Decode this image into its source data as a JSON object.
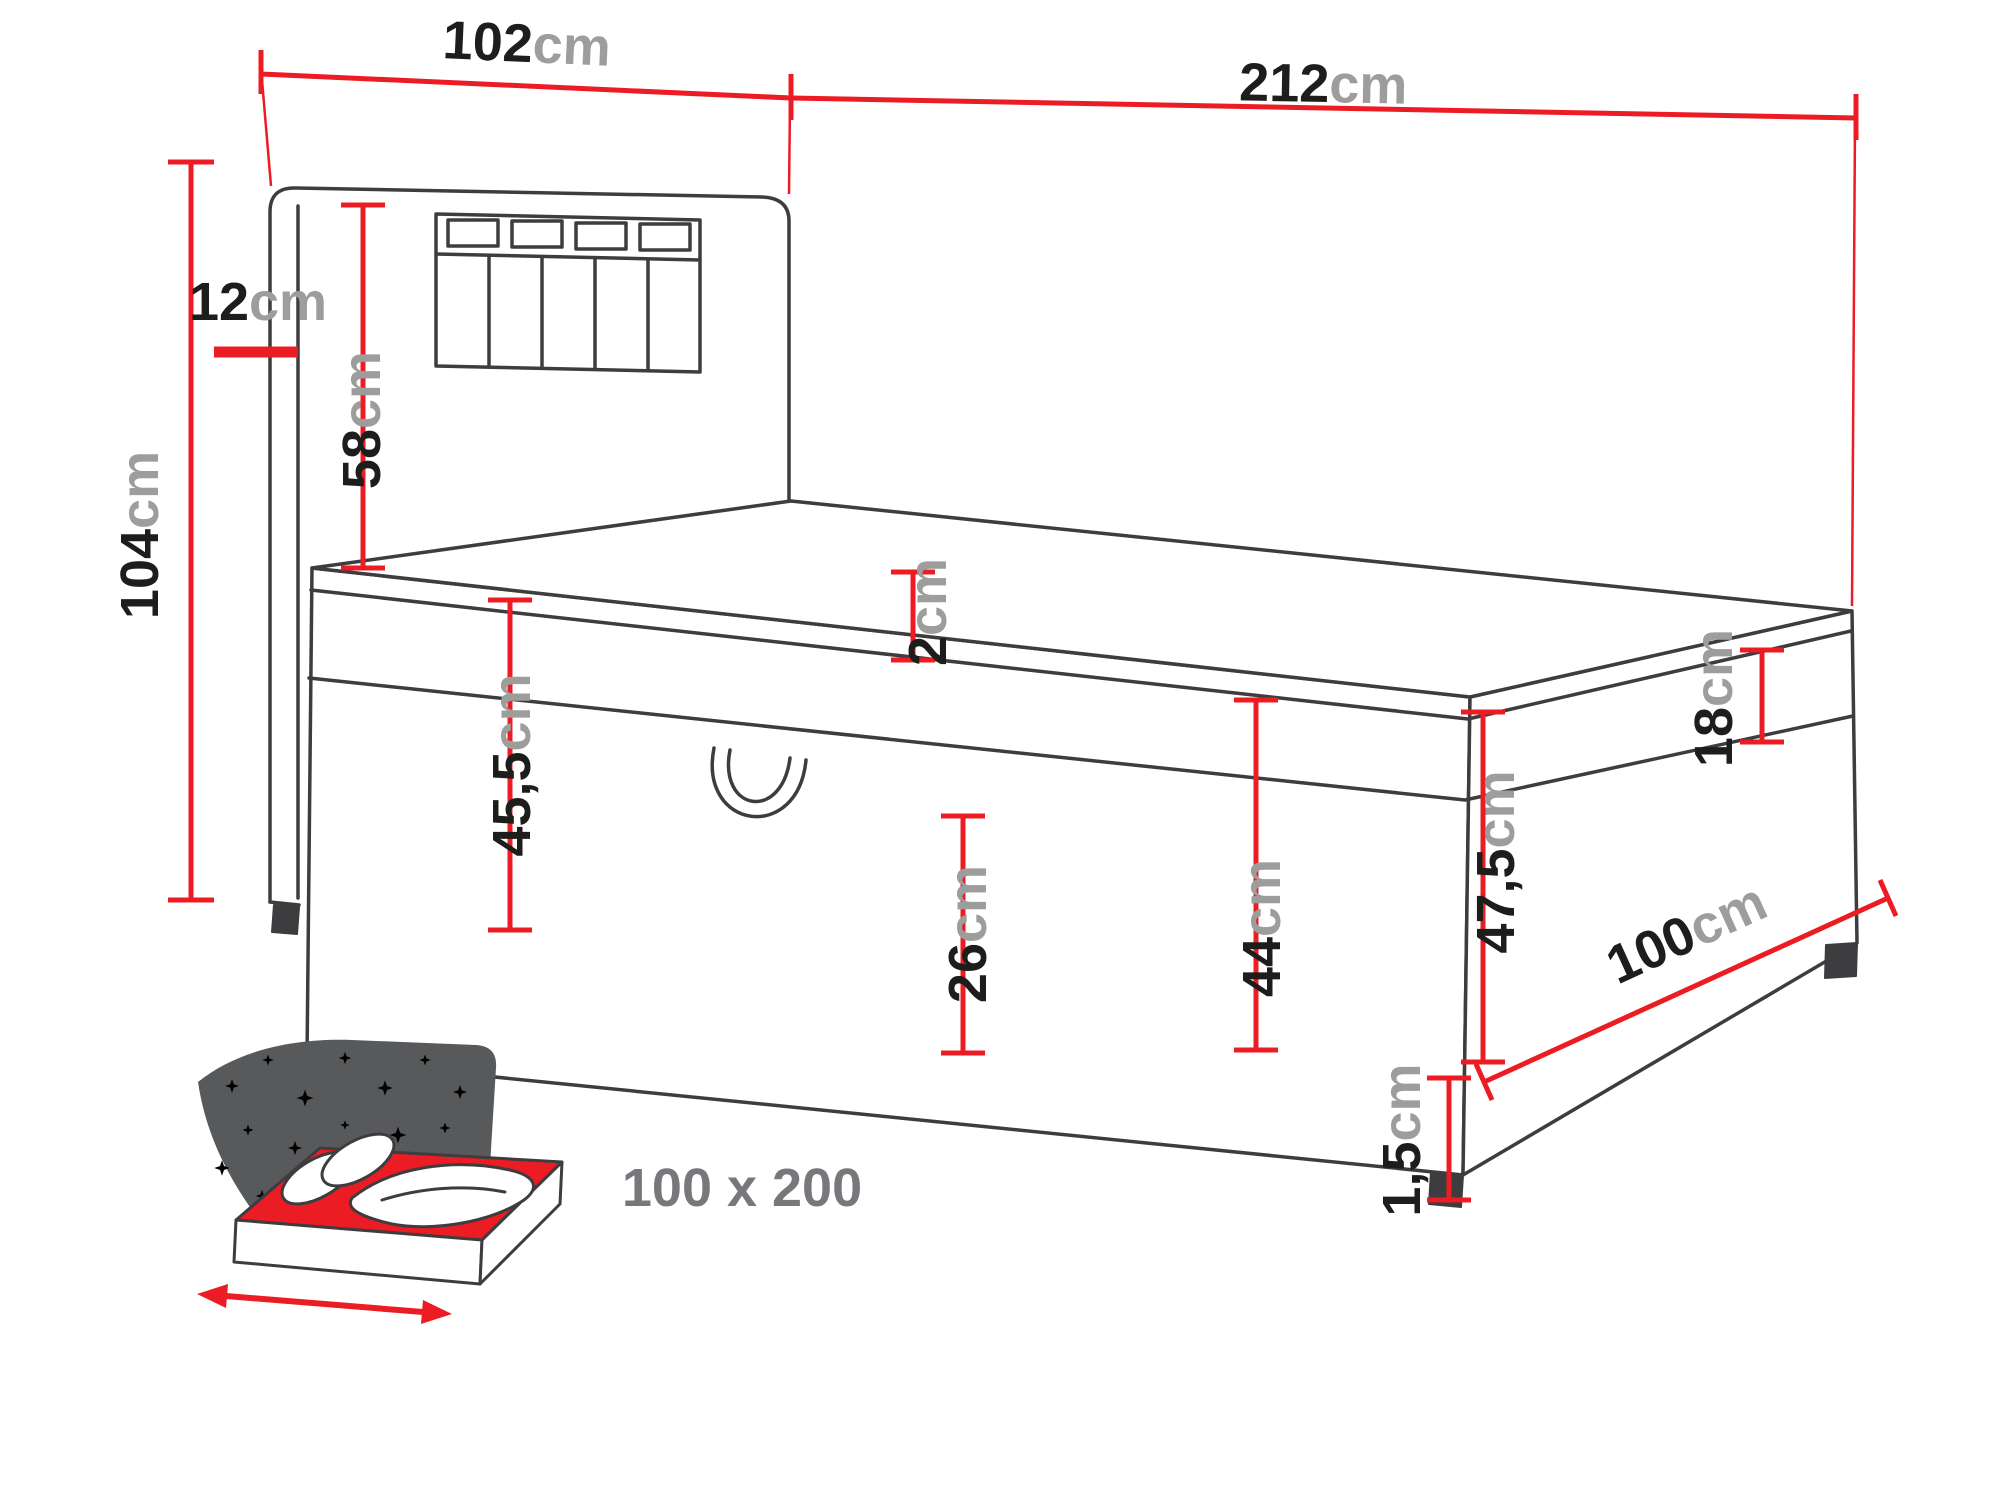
{
  "title": "Bed dimension diagram",
  "colors": {
    "dimension_red": "#ec1c24",
    "outline_dark": "#3d3d3f",
    "value_text": "#1d1d1b",
    "unit_text": "#9d9d9c",
    "icon_dark_gray": "#58595b",
    "size_text_gray": "#77787b"
  },
  "dimensions": {
    "headboard_width": {
      "value": "102",
      "unit": "cm"
    },
    "bed_length": {
      "value": "212",
      "unit": "cm"
    },
    "headboard_depth": {
      "value": "12",
      "unit": "cm"
    },
    "total_height": {
      "value": "104",
      "unit": "cm"
    },
    "headboard_height": {
      "value": "58",
      "unit": "cm"
    },
    "topper_thickness": {
      "value": "2",
      "unit": "cm"
    },
    "side_height_left": {
      "value": "45,5",
      "unit": "cm"
    },
    "storage_depth": {
      "value": "26",
      "unit": "cm"
    },
    "base_height": {
      "value": "44",
      "unit": "cm"
    },
    "mattress_thickness": {
      "value": "18",
      "unit": "cm"
    },
    "side_height_right": {
      "value": "47,5",
      "unit": "cm"
    },
    "bed_width": {
      "value": "100",
      "unit": "cm"
    },
    "feet_height": {
      "value": "1,5",
      "unit": "cm"
    }
  },
  "icon": {
    "sleeping_area": "100 x 200"
  }
}
